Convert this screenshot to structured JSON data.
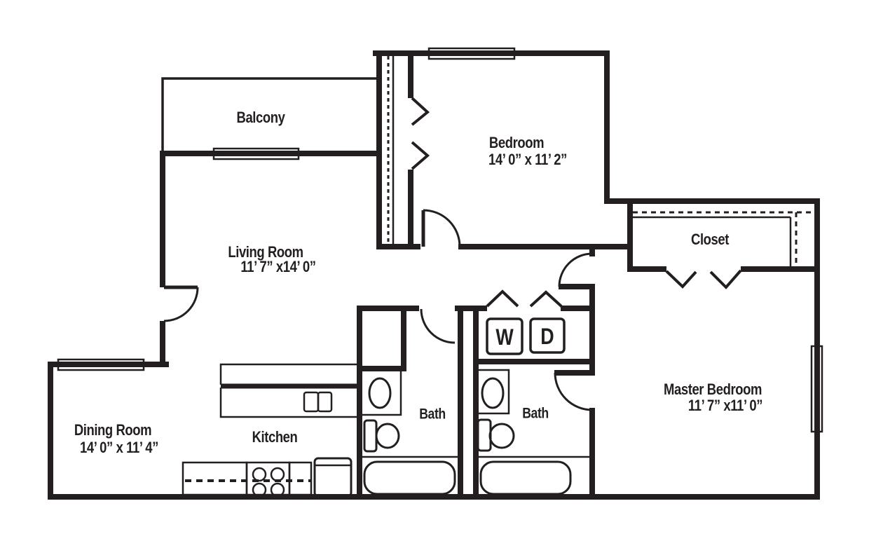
{
  "colors": {
    "ink": "#231f20",
    "background": "#ffffff"
  },
  "plan": {
    "rooms": {
      "balcony": {
        "label": "Balcony"
      },
      "bedroom": {
        "label": "Bedroom",
        "dims": "14’ 0” x 11’ 2”"
      },
      "living_room": {
        "label": "Living Room",
        "dims": "11’ 7” x14’ 0”"
      },
      "closet": {
        "label": "Closet"
      },
      "master_bedroom": {
        "label": "Master Bedroom",
        "dims": "11’ 7” x11’ 0”"
      },
      "dining_room": {
        "label": "Dining Room",
        "dims": "14’ 0” x 11’ 4”"
      },
      "kitchen": {
        "label": "Kitchen"
      },
      "bath_left": {
        "label": "Bath"
      },
      "bath_right": {
        "label": "Bath"
      },
      "washer": {
        "label": "W"
      },
      "dryer": {
        "label": "D"
      }
    },
    "symbols": [
      "window",
      "door-swing",
      "bifold-door",
      "closet-shelf-dashed",
      "bathtub",
      "toilet",
      "sink",
      "range-burners",
      "refrigerator",
      "washer-box",
      "dryer-box",
      "counter",
      "breakfast-bar"
    ]
  }
}
